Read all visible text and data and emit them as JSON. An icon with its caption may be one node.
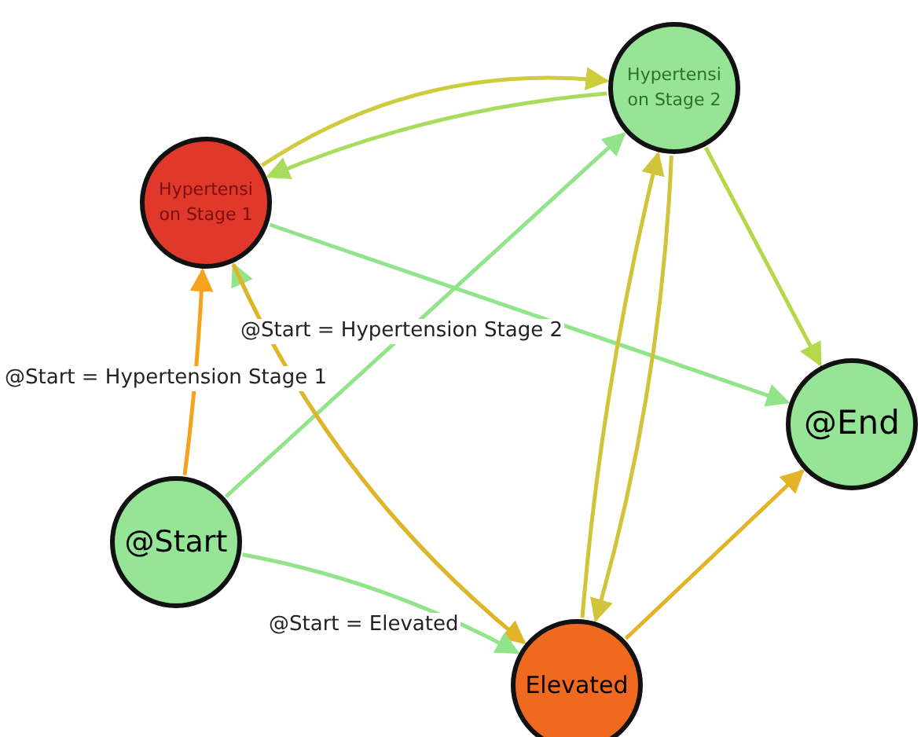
{
  "diagram": {
    "nodes": [
      {
        "text": [
          "Hypertension Stage 1"
        ]
      },
      {
        "text": [
          "Hypertension Stage 2"
        ]
      },
      {
        "text": [
          "@Start"
        ]
      },
      {
        "text": [
          "Elevated"
        ]
      },
      {
        "text": [
          "@End"
        ]
      }
    ],
    "edges": [
      {
        "from": 0,
        "to": 1,
        "arrow": "to",
        "color": "#cccc3c"
      },
      {
        "from": 1,
        "to": 0,
        "arrow": "to",
        "color": "#a8dc5c"
      },
      {
        "from": 2,
        "to": 0,
        "arrow": "to",
        "label": "@Start = Hypertension Stage 1",
        "color": "#f7a21c"
      },
      {
        "from": 2,
        "to": 1,
        "arrow": "to",
        "label": "@Start = Hypertension Stage 2",
        "color": "#92e48a"
      },
      {
        "from": 0,
        "to": 4,
        "arrow": "to",
        "color": "#92e48a"
      },
      {
        "from": 3,
        "to": 0,
        "arrow": "to",
        "color": "#92e48a"
      },
      {
        "from": 0,
        "to": 3,
        "arrow": "to",
        "color": "#e2b428"
      },
      {
        "from": 1,
        "to": 3,
        "arrow": "to",
        "color": "#d2c43a"
      },
      {
        "from": 3,
        "to": 1,
        "arrow": "to",
        "color": "#d2c43a"
      },
      {
        "from": 1,
        "to": 4,
        "arrow": "to",
        "color": "#b4d84a"
      },
      {
        "from": 3,
        "to": 4,
        "arrow": "to",
        "color": "#e2b428"
      },
      {
        "from": 2,
        "to": 3,
        "arrow": "to",
        "label": "@Start = Elevated",
        "color": "#92e48a"
      }
    ]
  }
}
